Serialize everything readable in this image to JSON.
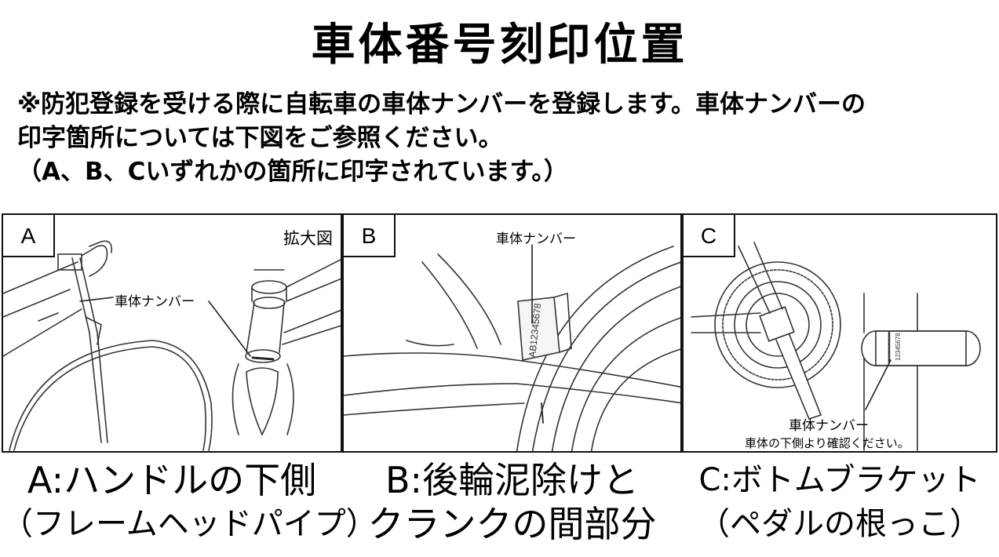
{
  "title": "車体番号刻印位置",
  "intro": {
    "line1": "※防犯登録を受ける際に自転車の車体ナンバーを登録します。車体ナンバーの",
    "line2": "印字箇所については下図をご参照ください。",
    "line3": "（A、B、Cいずれかの箇所に印字されています。）"
  },
  "panels": [
    {
      "letter": "A",
      "zoom_label": "拡大図",
      "number_label": "車体ナンバー",
      "caption_line1": "A:ハンドルの下側",
      "caption_line2": "（フレームヘッドパイプ）"
    },
    {
      "letter": "B",
      "number_label": "車体ナンバー",
      "stamp_text": "AB12345678",
      "caption_line1": "B:後輪泥除けと",
      "caption_line2": "クランクの間部分"
    },
    {
      "letter": "C",
      "number_label": "車体ナンバー",
      "note": "車体の下側より確認ください。",
      "stamp_text": "12345678",
      "caption_line1": "C:ボトムブラケット",
      "caption_line2": "（ペダルの根っこ）"
    }
  ]
}
